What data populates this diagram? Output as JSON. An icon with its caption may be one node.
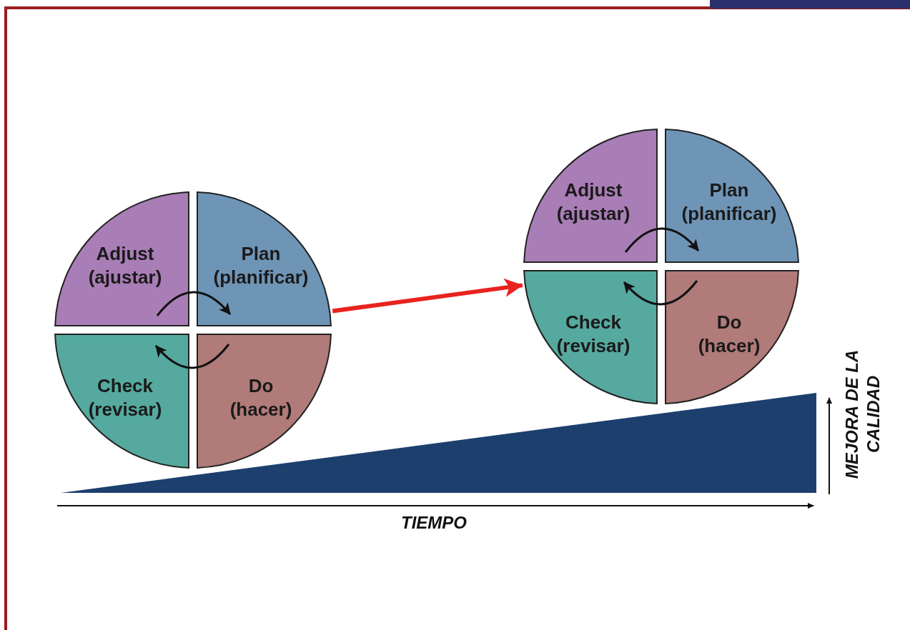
{
  "diagram": {
    "nodes": [
      {
        "text": [],
        "shape": "circle"
      },
      {
        "text": [
          "Adjust (ajustar)"
        ],
        "in": 0
      },
      {
        "text": [
          "Plan (planificar)"
        ],
        "in": 0
      },
      {
        "text": [
          "Check (revisar)"
        ],
        "in": 0
      },
      {
        "text": [
          "Do (hacer)"
        ],
        "in": 0
      },
      {
        "text": [],
        "shape": "circle"
      },
      {
        "text": [
          "Adjust (ajustar)"
        ],
        "in": 5
      },
      {
        "text": [
          "Plan (planificar)"
        ],
        "in": 5
      },
      {
        "text": [
          "Check (revisar)"
        ],
        "in": 5
      },
      {
        "text": [
          "Do (hacer)"
        ],
        "in": 5
      }
    ],
    "edges": [
      {
        "from": 1,
        "to": 2,
        "arrow": "to"
      },
      {
        "from": 4,
        "to": 3,
        "arrow": "to"
      },
      {
        "from": 0,
        "to": 5,
        "arrow": "to",
        "style": "thick",
        "color": "#e8231f"
      },
      {
        "from": 6,
        "to": 7,
        "arrow": "to"
      },
      {
        "from": 9,
        "to": 8,
        "arrow": "to"
      }
    ],
    "labels": [
      "MEJORA DE LA CALIDAD",
      "TIEMPO"
    ]
  }
}
